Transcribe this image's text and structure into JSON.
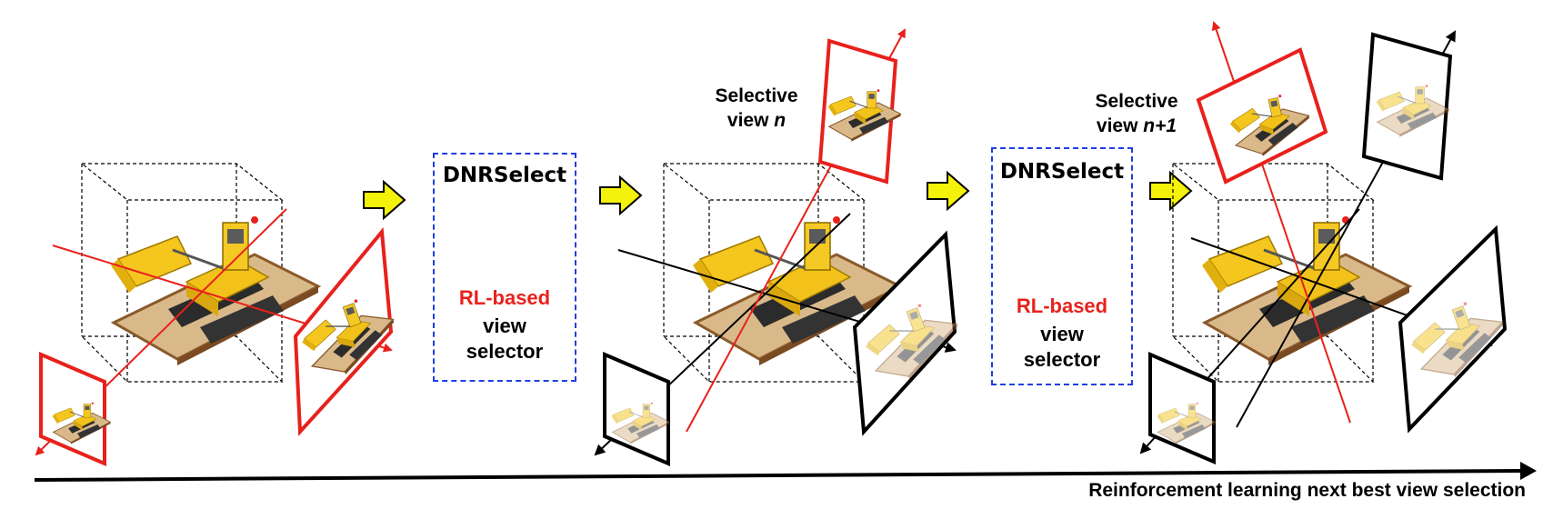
{
  "selector": {
    "brand": "DNRSelect",
    "rl_label": "RL-based",
    "line1": "view",
    "line2": "selector"
  },
  "captions": {
    "view_n_prefix": "Selective",
    "view_n_line2": "view ",
    "view_n_index": "n",
    "view_n1_prefix": "Selective",
    "view_n1_line2": "view ",
    "view_n1_index": "n+1"
  },
  "timeline_label": "Reinforcement learning next best view selection",
  "colors": {
    "selected_view": "#e8211c",
    "prior_view": "#000000",
    "selector_border": "#1f3fe0",
    "flow_arrow": "#f4f20a"
  }
}
